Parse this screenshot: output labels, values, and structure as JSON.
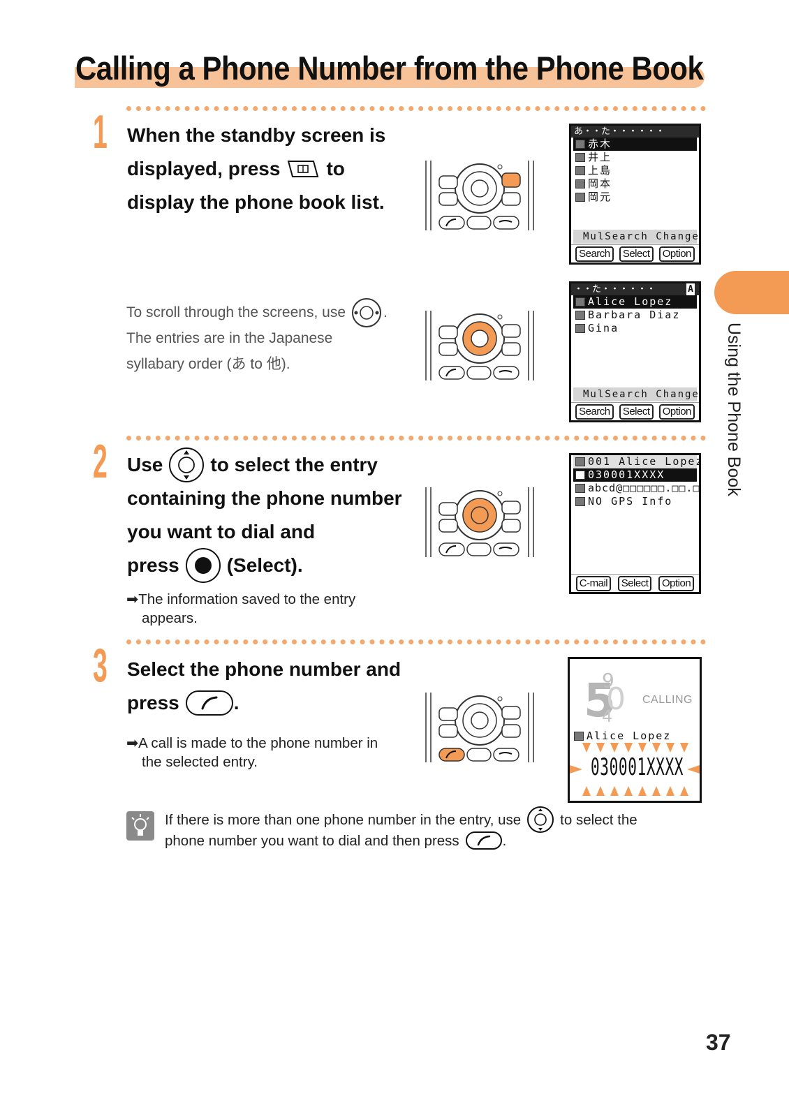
{
  "page": {
    "title": "Calling a Phone Number from the Phone Book",
    "side_label": "Using the Phone Book",
    "page_number": "37"
  },
  "steps": [
    {
      "number": "1",
      "line1": "When the standby screen is",
      "line2a": "displayed, press",
      "line2b": "to",
      "line3": "display the phone book list.",
      "sub1a": "To scroll through the screens, use",
      "sub1b": ".",
      "sub2": "The entries are in the Japanese",
      "sub3": "syllabary order (あ to 他)."
    },
    {
      "number": "2",
      "line1a": "Use",
      "line1b": "to select the entry",
      "line2": "containing the phone number",
      "line3": "you want to dial and",
      "line4a": "press",
      "line4b": "(Select).",
      "note1": "➡The information saved to the entry",
      "note2": "appears."
    },
    {
      "number": "3",
      "line1": "Select the phone number and",
      "line2a": "press",
      "line2b": ".",
      "note1": "➡A call is made to the phone number in",
      "note2": "the selected entry."
    }
  ],
  "tip": {
    "line1a": "If there is more than one phone number in the entry, use",
    "line1b": "to select the",
    "line2a": "phone number you want to dial and then press",
    "line2b": "."
  },
  "screens": {
    "screen1": {
      "header": "あ・・た・・・・・・",
      "entries": [
        "赤木",
        "井上",
        "上島",
        "岡本",
        "岡元"
      ],
      "status": "MulSearch Change",
      "softkeys": [
        "Search",
        "Select",
        "Option"
      ]
    },
    "screen2": {
      "header": "・・た・・・・・・",
      "header_badge": "A",
      "entries": [
        "Alice Lopez",
        "Barbara Diaz",
        "Gina"
      ],
      "status": "MulSearch Change",
      "softkeys": [
        "Search",
        "Select",
        "Option"
      ]
    },
    "screen3": {
      "header": "001 Alice Lopez",
      "lines": [
        "030001XXXX",
        "abcd@□□□□□□.□□.□□",
        "NO GPS Info"
      ],
      "softkeys": [
        "C-mail",
        "Select",
        "Option"
      ]
    },
    "screen4": {
      "label": "CALLING",
      "name": "Alice Lopez",
      "number": "030001XXXX"
    }
  },
  "colors": {
    "accent": "#f39a55",
    "title_highlight": "#f7c297",
    "dots": "#f3a86e"
  }
}
